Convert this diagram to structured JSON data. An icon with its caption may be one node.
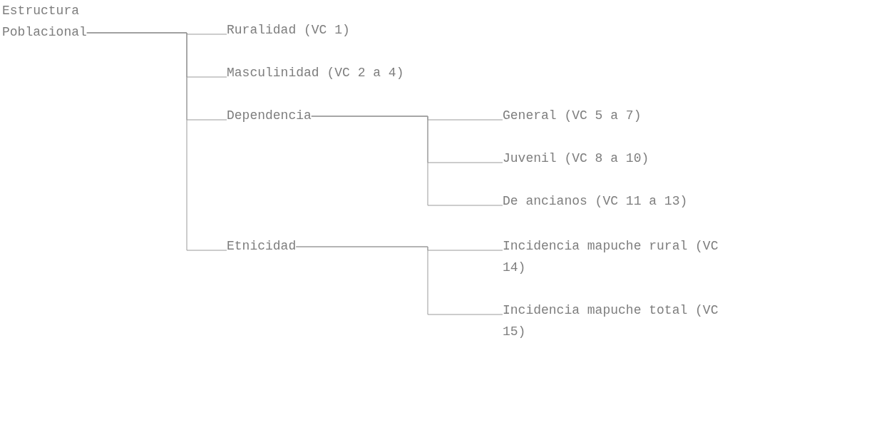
{
  "diagram": {
    "nodes": [
      {
        "text": [
          "Estructura Poblacional"
        ]
      },
      {
        "text": [
          "Ruralidad (VC 1)"
        ]
      },
      {
        "text": [
          "Masculinidad (VC 2 a 4)"
        ]
      },
      {
        "text": [
          "Dependencia"
        ]
      },
      {
        "text": [
          "General (VC 5 a 7)"
        ]
      },
      {
        "text": [
          "Juvenil (VC 8 a 10)"
        ]
      },
      {
        "text": [
          "De ancianos (VC 11 a 13)"
        ]
      },
      {
        "text": [
          "Etnicidad"
        ]
      },
      {
        "text": [
          "Incidencia mapuche rural (VC 14)"
        ]
      },
      {
        "text": [
          "Incidencia mapuche total (VC 15)"
        ]
      }
    ],
    "edges": [
      {
        "from": 0,
        "to": 1,
        "arrow": "none"
      },
      {
        "from": 0,
        "to": 2,
        "arrow": "none"
      },
      {
        "from": 0,
        "to": 3,
        "arrow": "none"
      },
      {
        "from": 0,
        "to": 7,
        "arrow": "none"
      },
      {
        "from": 3,
        "to": 4,
        "arrow": "none"
      },
      {
        "from": 3,
        "to": 5,
        "arrow": "none"
      },
      {
        "from": 3,
        "to": 6,
        "arrow": "none"
      },
      {
        "from": 7,
        "to": 8,
        "arrow": "none"
      },
      {
        "from": 7,
        "to": 9,
        "arrow": "none"
      }
    ]
  }
}
